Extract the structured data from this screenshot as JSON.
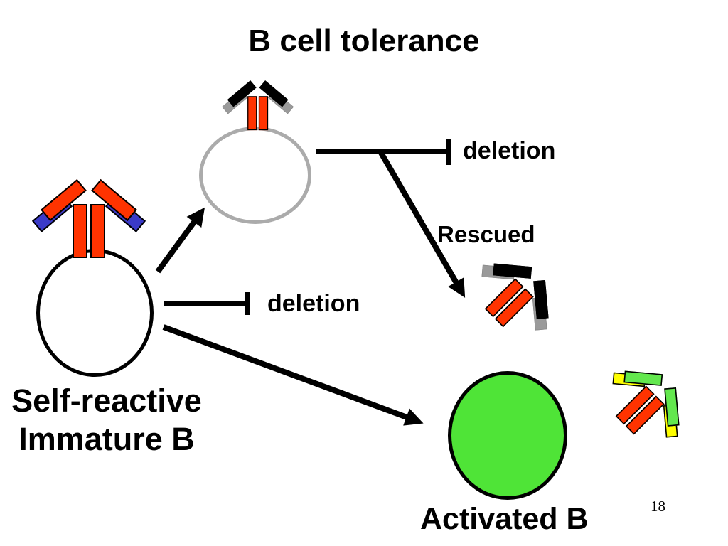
{
  "slide": {
    "title": "B cell tolerance",
    "page_number": "18",
    "background": "#FFFFFF"
  },
  "labels": {
    "deletion": "deletion",
    "rescued": "Rescued",
    "self_reactive": "Self-reactive",
    "immature_b": "Immature B",
    "activated_b": "Activated B"
  },
  "colors": {
    "receptor_red": "#FF3300",
    "receptor_blue_tip": "#3A3AC8",
    "receptor_black_arm": "#000000",
    "receptor_gray_tip": "#9A9A9A",
    "receptor_green_arm": "#63E84E",
    "receptor_yellow_tip": "#FFFF00",
    "tolerant_cell_outline": "#ABABAB",
    "activated_cell_fill": "#4FE437",
    "cell_outline": "#000000",
    "line_color": "#000000",
    "text_color": "#000000"
  },
  "diagram": {
    "cells": [
      {
        "id": "self-reactive-immature-b",
        "label": "Self-reactive Immature B",
        "fill": "#FFFFFF",
        "outline": "#000000",
        "receptor": {
          "stem": "red",
          "arms": "red",
          "tips": "blue"
        }
      },
      {
        "id": "tolerant-b",
        "label": "",
        "fill": "#FFFFFF",
        "outline": "#ABABAB",
        "receptor": {
          "stem": "red",
          "arms": "black",
          "tips": "gray"
        }
      },
      {
        "id": "activated-b",
        "label": "Activated B",
        "fill": "#4FE437",
        "outline": "#000000"
      }
    ],
    "free_antibodies": [
      {
        "id": "rescued-antibody",
        "stem": "red",
        "arms": "black",
        "tips": "gray",
        "rotation_deg": 45
      },
      {
        "id": "activated-antibody",
        "stem": "red",
        "arms": "green",
        "tips": "yellow",
        "rotation_deg": 45
      }
    ],
    "edges": [
      {
        "from": "self-reactive-immature-b",
        "to": "tolerant-b",
        "type": "arrow",
        "label": ""
      },
      {
        "from": "self-reactive-immature-b",
        "to": "deletion",
        "type": "inhibition-bar",
        "label": "deletion"
      },
      {
        "from": "self-reactive-immature-b",
        "to": "activated-b",
        "type": "arrow",
        "label": ""
      },
      {
        "from": "tolerant-b",
        "to": "deletion",
        "type": "inhibition-bar",
        "label": "deletion"
      },
      {
        "from": "tolerant-b",
        "to": "rescued-antibody",
        "type": "arrow",
        "label": "Rescued"
      }
    ]
  }
}
